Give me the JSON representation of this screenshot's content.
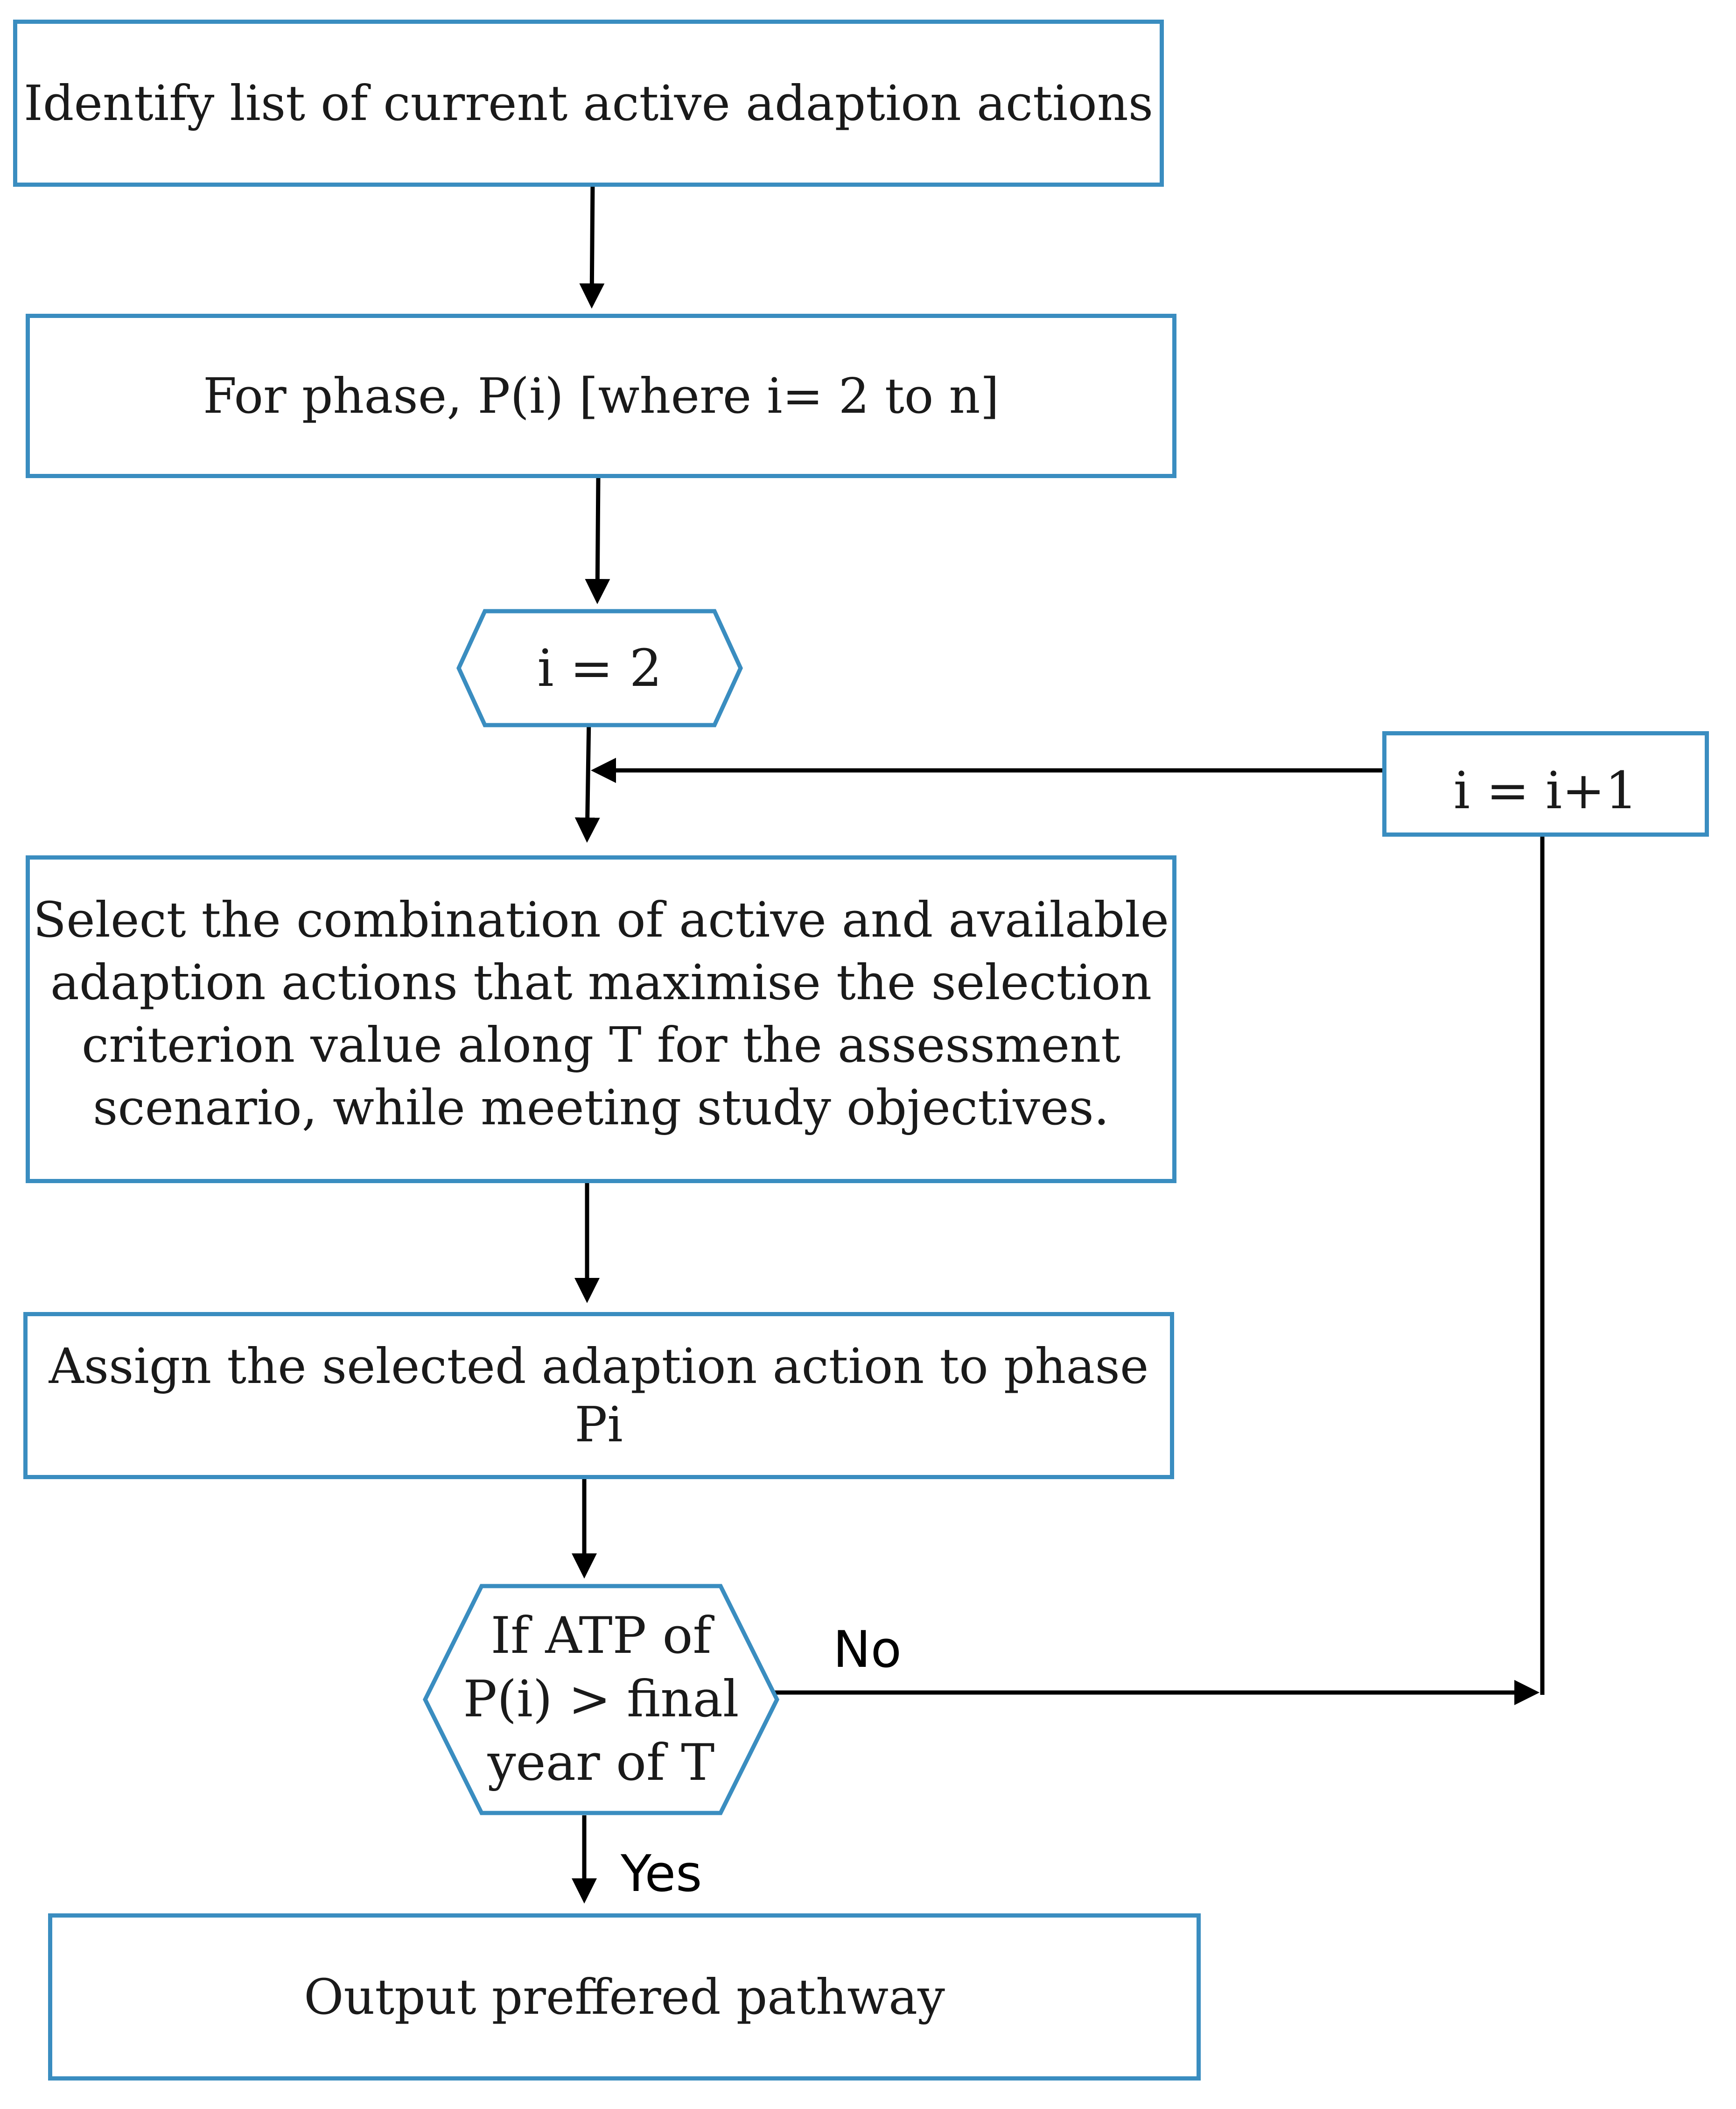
{
  "nodes": {
    "identify": "Identify list of current active adaption actions",
    "phase": "For phase, P(i) [where i= 2 to n]",
    "init": "i = 2",
    "select_lines": [
      "Select the combination of active and available",
      "adaption actions that maximise the selection",
      "criterion value along T for the assessment",
      "scenario, while meeting study objectives."
    ],
    "assign": "Assign the selected adaption action to phase Pi",
    "decision_lines": [
      "If ATP of",
      "P(i) > final",
      "year of T"
    ],
    "increment": "i = i+1",
    "output": "Output preffered pathway"
  },
  "edge_labels": {
    "no": "No",
    "yes": "Yes"
  },
  "colors": {
    "node_border": "#3a8dc0",
    "arrow": "#000000",
    "text": "#1a1a1a"
  }
}
